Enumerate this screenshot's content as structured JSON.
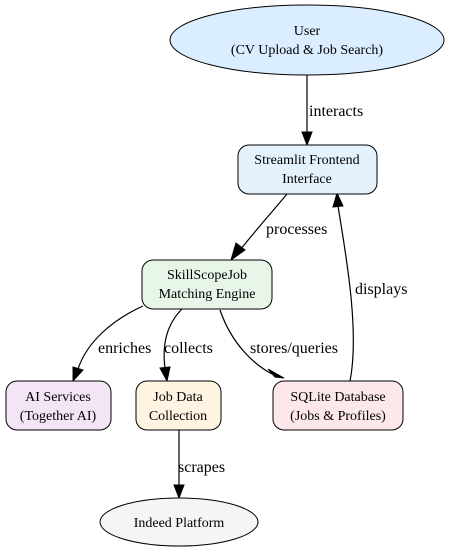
{
  "nodes": {
    "user": {
      "line1": "User",
      "line2": "(CV Upload & Job Search)",
      "fill": "#dbeeff"
    },
    "frontend": {
      "line1": "Streamlit Frontend",
      "line2": "Interface",
      "fill": "#e3f2fd"
    },
    "engine": {
      "line1": "SkillScopeJob",
      "line2": "Matching Engine",
      "fill": "#e8f5e9"
    },
    "ai_services": {
      "line1": "AI Services",
      "line2": "(Together AI)",
      "fill": "#f3e5f5"
    },
    "job_data": {
      "line1": "Job Data",
      "line2": "Collection",
      "fill": "#fff4e1"
    },
    "sqlite": {
      "line1": "SQLite Database",
      "line2": "(Jobs & Profiles)",
      "fill": "#fce8ea"
    },
    "indeed": {
      "line1": "Indeed Platform",
      "fill": "#f5f5f5"
    }
  },
  "edges": {
    "interacts": "interacts",
    "processes": "processes",
    "enriches": "enriches",
    "collects": "collects",
    "stores_queries": "stores/queries",
    "displays": "displays",
    "scrapes": "scrapes"
  }
}
